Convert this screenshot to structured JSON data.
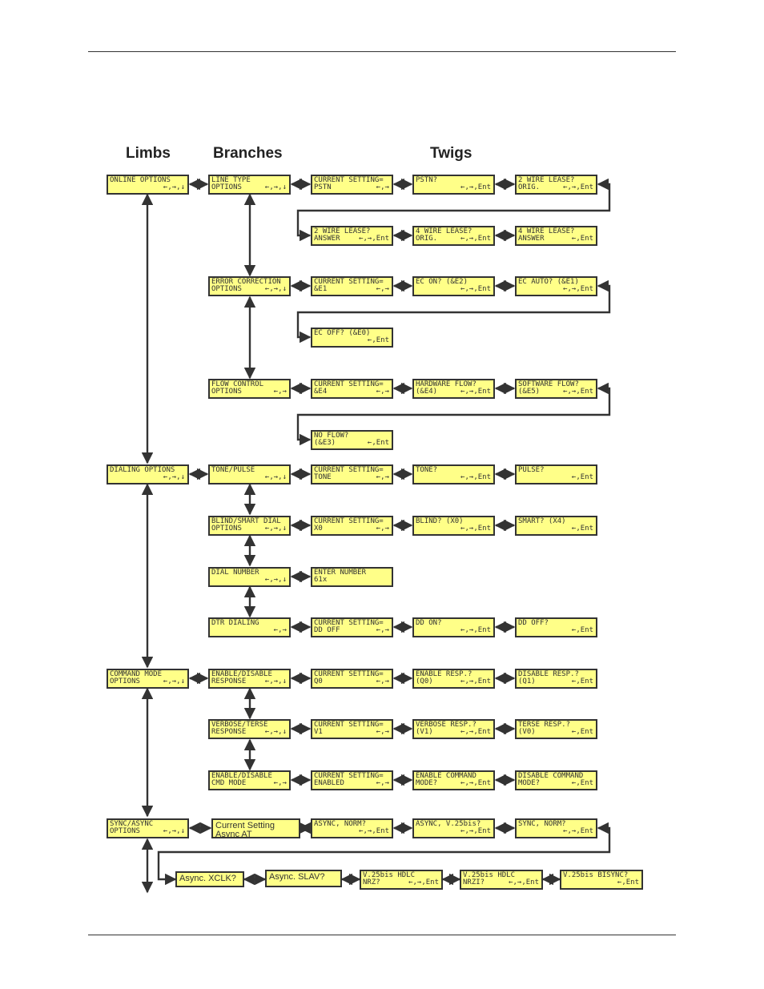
{
  "headers": {
    "limbs": "Limbs",
    "branches": "Branches",
    "twigs": "Twigs"
  },
  "boxes": [
    {
      "id": "online-options",
      "l1": "ONLINE OPTIONS",
      "l2": "",
      "k": "←,→,↓"
    },
    {
      "id": "line-type-options",
      "l1": "LINE TYPE",
      "l2": "OPTIONS",
      "k": "←,→,↓"
    },
    {
      "id": "line-current-setting",
      "l1": "CURRENT SETTING=",
      "l2": "PSTN",
      "k": "←,→"
    },
    {
      "id": "pstn",
      "l1": "PSTN?",
      "l2": "",
      "k": "←,→,Ent"
    },
    {
      "id": "2wire-orig",
      "l1": "2 WIRE LEASE?",
      "l2": "ORIG.",
      "k": "←,→,Ent"
    },
    {
      "id": "2wire-answer",
      "l1": "2 WIRE LEASE?",
      "l2": "ANSWER",
      "k": "←,→,Ent"
    },
    {
      "id": "4wire-orig",
      "l1": "4 WIRE LEASE?",
      "l2": "ORIG.",
      "k": "←,→,Ent"
    },
    {
      "id": "4wire-answer",
      "l1": "4 WIRE LEASE?",
      "l2": "ANSWER",
      "k": "←,Ent"
    },
    {
      "id": "error-correction-options",
      "l1": "ERROR CORRECTION",
      "l2": "OPTIONS",
      "k": "←,→,↓"
    },
    {
      "id": "ec-current-setting",
      "l1": "CURRENT SETTING=",
      "l2": "&E1",
      "k": "←,→"
    },
    {
      "id": "ec-on",
      "l1": "EC ON? (&E2)",
      "l2": "",
      "k": "←,→,Ent"
    },
    {
      "id": "ec-auto",
      "l1": "EC AUTO? (&E1)",
      "l2": "",
      "k": "←,→,Ent"
    },
    {
      "id": "ec-off",
      "l1": "EC OFF? (&E0)",
      "l2": "",
      "k": "←,Ent"
    },
    {
      "id": "flow-control-options",
      "l1": "FLOW CONTROL",
      "l2": "OPTIONS",
      "k": "←,→"
    },
    {
      "id": "flow-current-setting",
      "l1": "CURRENT SETTING=",
      "l2": "&E4",
      "k": "←,→"
    },
    {
      "id": "hardware-flow",
      "l1": "HARDWARE FLOW?",
      "l2": "(&E4)",
      "k": "←,→,Ent"
    },
    {
      "id": "software-flow",
      "l1": "SOFTWARE FLOW?",
      "l2": "(&E5)",
      "k": "←,→,Ent"
    },
    {
      "id": "no-flow",
      "l1": "NO FLOW?",
      "l2": "(&E3)",
      "k": "←,Ent"
    },
    {
      "id": "dialing-options",
      "l1": "DIALING OPTIONS",
      "l2": "",
      "k": "←,→,↓"
    },
    {
      "id": "tone-pulse",
      "l1": "TONE/PULSE",
      "l2": "",
      "k": "←,→,↓"
    },
    {
      "id": "tone-current-setting",
      "l1": "CURRENT SETTING=",
      "l2": "TONE",
      "k": "←,→"
    },
    {
      "id": "tone",
      "l1": "TONE?",
      "l2": "",
      "k": "←,→,Ent"
    },
    {
      "id": "pulse",
      "l1": "PULSE?",
      "l2": "",
      "k": "←,Ent"
    },
    {
      "id": "blind-smart-dial-options",
      "l1": "BLIND/SMART DIAL",
      "l2": "OPTIONS",
      "k": "←,→,↓"
    },
    {
      "id": "blind-current-setting",
      "l1": "CURRENT SETTING=",
      "l2": "X0",
      "k": "←,→"
    },
    {
      "id": "blind",
      "l1": "BLIND? (X0)",
      "l2": "",
      "k": "←,→,Ent"
    },
    {
      "id": "smart",
      "l1": "SMART? (X4)",
      "l2": "",
      "k": "←,Ent"
    },
    {
      "id": "dial-number",
      "l1": "DIAL NUMBER",
      "l2": "",
      "k": "←,→,↓"
    },
    {
      "id": "enter-number",
      "l1": "ENTER NUMBER",
      "l2": "61x",
      "k": ""
    },
    {
      "id": "dtr-dialing",
      "l1": "DTR DIALING",
      "l2": "",
      "k": "←,→"
    },
    {
      "id": "dtr-current-setting",
      "l1": "CURRENT SETTING=",
      "l2": "DD OFF",
      "k": "←,→"
    },
    {
      "id": "dd-on",
      "l1": "DD ON?",
      "l2": "",
      "k": "←,→,Ent"
    },
    {
      "id": "dd-off",
      "l1": "DD OFF?",
      "l2": "",
      "k": "←,Ent"
    },
    {
      "id": "command-mode-options",
      "l1": "COMMAND MODE",
      "l2": "OPTIONS",
      "k": "←,→,↓"
    },
    {
      "id": "enable-disable-response",
      "l1": "ENABLE/DISABLE",
      "l2": "RESPONSE",
      "k": "←,→,↓"
    },
    {
      "id": "resp-current-setting",
      "l1": "CURRENT SETTING=",
      "l2": "Q0",
      "k": "←,→"
    },
    {
      "id": "enable-resp",
      "l1": "ENABLE RESP.?",
      "l2": "(Q0)",
      "k": "←,→,Ent"
    },
    {
      "id": "disable-resp",
      "l1": "DISABLE RESP.?",
      "l2": "(Q1)",
      "k": "←,Ent"
    },
    {
      "id": "verbose-terse-response",
      "l1": "VERBOSE/TERSE",
      "l2": "RESPONSE",
      "k": "←,→,↓"
    },
    {
      "id": "verbose-current-setting",
      "l1": "CURRENT SETTING=",
      "l2": "V1",
      "k": "←,→"
    },
    {
      "id": "verbose-resp",
      "l1": "VERBOSE RESP.?",
      "l2": "(V1)",
      "k": "←,→,Ent"
    },
    {
      "id": "terse-resp",
      "l1": "TERSE RESP.?",
      "l2": "(V0)",
      "k": "←,Ent"
    },
    {
      "id": "enable-disable-cmd-mode",
      "l1": "ENABLE/DISABLE",
      "l2": "CMD MODE",
      "k": "←,→"
    },
    {
      "id": "cmd-current-setting",
      "l1": "CURRENT SETTING=",
      "l2": "ENABLED",
      "k": "←,→"
    },
    {
      "id": "enable-command-mode",
      "l1": "ENABLE COMMAND",
      "l2": "MODE?",
      "k": "←,→,Ent"
    },
    {
      "id": "disable-command-mode",
      "l1": "DISABLE COMMAND",
      "l2": "MODE?",
      "k": "←,Ent"
    },
    {
      "id": "sync-async-options",
      "l1": "SYNC/ASYNC",
      "l2": "OPTIONS",
      "k": "←,→,↓"
    },
    {
      "id": "sync-current-setting",
      "l1": "Current Setting",
      "l2": "Async AT",
      "k": ""
    },
    {
      "id": "async-norm",
      "l1": "ASYNC, NORM?",
      "l2": "",
      "k": "←,→,Ent"
    },
    {
      "id": "async-v25bis",
      "l1": "ASYNC, V.25bis?",
      "l2": "",
      "k": "←,→,Ent"
    },
    {
      "id": "sync-norm",
      "l1": "SYNC, NORM?",
      "l2": "",
      "k": "←,→,Ent"
    },
    {
      "id": "async-xclk",
      "l1": "Async. XCLK?",
      "l2": "",
      "k": ""
    },
    {
      "id": "async-slav",
      "l1": "Async. SLAV?",
      "l2": "",
      "k": ""
    },
    {
      "id": "v25bis-hdlc-nrz",
      "l1": "V.25bis HDLC",
      "l2": "NRZ?",
      "k": "←,→,Ent"
    },
    {
      "id": "v25bis-hdlc-nrzi",
      "l1": "V.25bis HDLC",
      "l2": "NRZI?",
      "k": "←,→,Ent"
    },
    {
      "id": "v25bis-bisync",
      "l1": "V.25bis BISYNC?",
      "l2": "",
      "k": "←,Ent"
    }
  ]
}
